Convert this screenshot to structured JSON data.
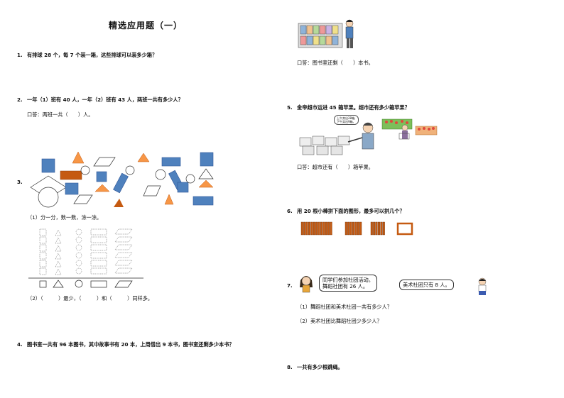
{
  "title": "精选应用题（一）",
  "questions": {
    "q1": {
      "num": "1.",
      "text": "有排球 28 个，每 7 个装一箱，这些排球可以装多少箱？"
    },
    "q2": {
      "num": "2.",
      "text": "一年（1）班有 40 人，一年（2）班有 43 人，两班一共有多少人？",
      "answer": "口答：两班一共（　　）人。"
    },
    "q3": {
      "num": "3.",
      "sub1": "（1）分一分，数一数，涂一涂。",
      "sub2": "（2）（　　　）最少，（　　　）和（　　　）同样多。"
    },
    "q4": {
      "num": "4.",
      "text": "图书室一共有 96 本图书，其中故事书有 20 本，上周借出 9 本书，图书室还剩多少本书？",
      "answer": "口答：图书室还剩（　　）本书。"
    },
    "q5": {
      "num": "5.",
      "text": "金帝超市运进 45 箱苹果。超市还有多少箱苹果？",
      "answer": "口答：超市还有（　　）箱苹果。",
      "speech": [
        "上午卖出28箱,",
        "下午卖出9箱。"
      ]
    },
    "q6": {
      "num": "6.",
      "text": "用 20 根小棒拼下面的图形，最多可以拼几个？"
    },
    "q7": {
      "num": "7.",
      "bubble1": [
        "同学们参加社团活动。",
        "舞蹈社团有 26 人。"
      ],
      "bubble2": "美术社团只有 8 人。",
      "sub1": "（1）舞蹈社团和美术社团一共有多少人？",
      "sub2": "（2）美术社团比舞蹈社团少多少人？"
    },
    "q8": {
      "num": "8.",
      "text": "一共有多少根跳绳。"
    }
  },
  "colors": {
    "blue": "#4f81bd",
    "orange": "#f79646",
    "red_orange": "#c0504d",
    "stick": "#c55a11"
  },
  "icons": [
    "books-shelf-illustration",
    "shopkeeper-illustration",
    "girl-teacher-icon",
    "boy-student-icon"
  ]
}
